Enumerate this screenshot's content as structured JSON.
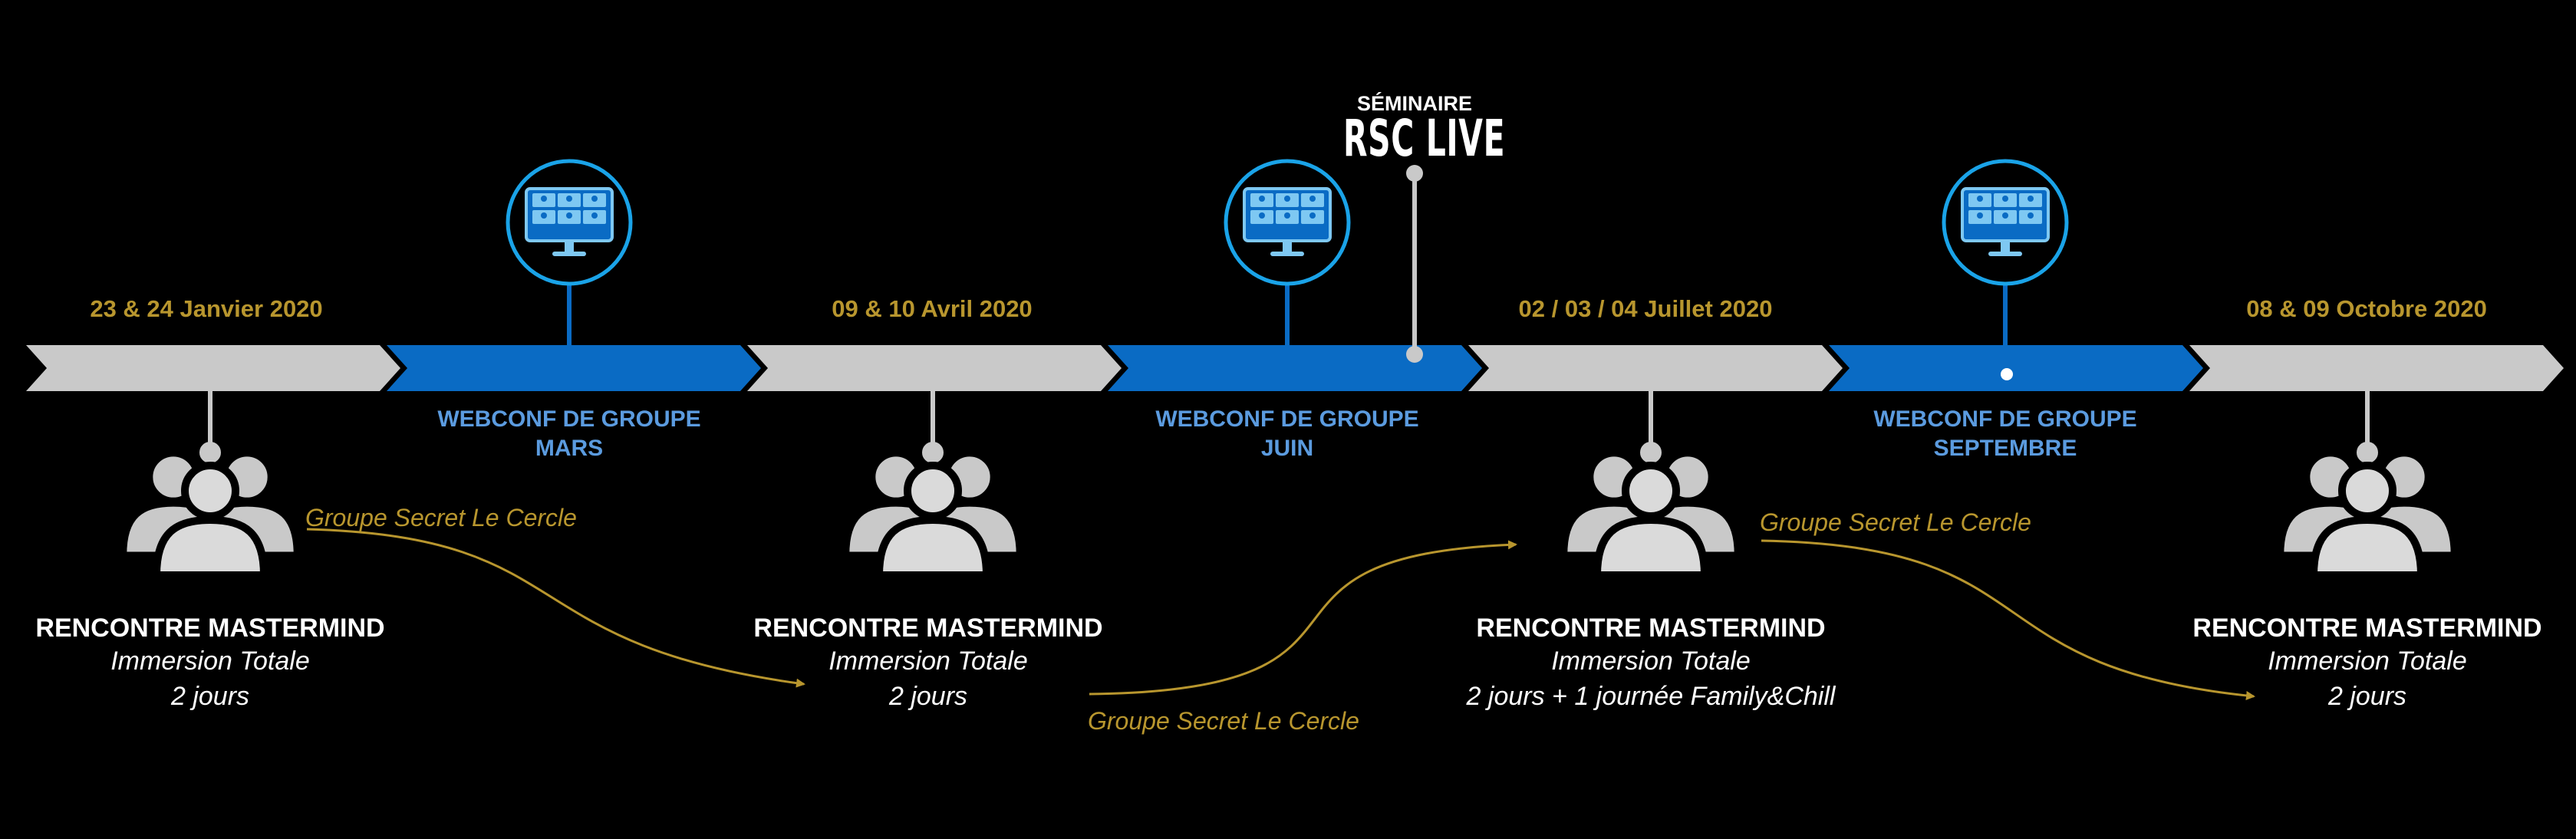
{
  "dates": [
    "23 & 24 Janvier 2020",
    "09 & 10 Avril 2020",
    "02 / 03 / 04 Juillet 2020",
    "08 & 09 Octobre 2020"
  ],
  "webconfs": [
    {
      "line1": "WEBCONF DE GROUPE",
      "line2": "MARS"
    },
    {
      "line1": "WEBCONF DE GROUPE",
      "line2": "JUIN"
    },
    {
      "line1": "WEBCONF DE GROUPE",
      "line2": "SEPTEMBRE"
    }
  ],
  "masterminds": [
    {
      "title": "RENCONTRE MASTERMIND",
      "sub1": "Immersion Totale",
      "sub2": "2 jours"
    },
    {
      "title": "RENCONTRE MASTERMIND",
      "sub1": "Immersion Totale",
      "sub2": "2 jours"
    },
    {
      "title": "RENCONTRE MASTERMIND",
      "sub1": "Immersion Totale",
      "sub2": "2 jours + 1 journée Family&Chill"
    },
    {
      "title": "RENCONTRE MASTERMIND",
      "sub1": "Immersion Totale",
      "sub2": "2 jours"
    }
  ],
  "groupe_links": [
    "Groupe Secret Le Cercle",
    "Groupe Secret Le Cercle",
    "Groupe Secret Le Cercle"
  ],
  "seminaire": {
    "line1": "SÉMINAIRE",
    "line2": "RSC LIVE"
  },
  "colors": {
    "gray": "#C9C9C9",
    "blue": "#0A6BC4",
    "gold": "#B8962E",
    "ring": "#1AA3E8",
    "webtext": "#5B9BDF"
  },
  "icons": {
    "mastermind": "people-group-icon",
    "webconf": "video-conference-monitor-icon"
  }
}
